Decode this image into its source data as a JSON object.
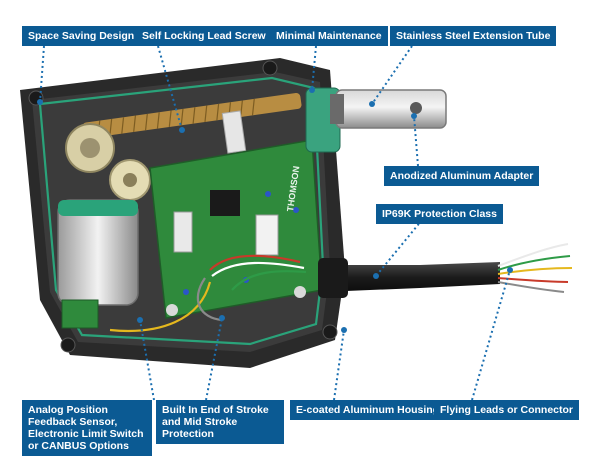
{
  "callouts": {
    "space_saving": "Space Saving Design",
    "self_locking": "Self Locking Lead Screw",
    "minimal_maintenance": "Minimal Maintenance",
    "extension_tube": "Stainless Steel Extension Tube",
    "anodized_adapter": "Anodized Aluminum Adapter",
    "ip69k": "IP69K Protection Class",
    "analog_feedback": "Analog Position Feedback Sensor, Electronic Limit Switch or CANBUS Options",
    "built_in_end": "Built In End of Stroke and Mid Stroke Protection",
    "ecoated_housing": "E-coated Aluminum Housing",
    "flying_leads": "Flying Leads or Connector"
  },
  "board_logo": "THOMSON",
  "colors": {
    "label_bg": "#0b5a93",
    "leader_line": "#1b6fb0",
    "housing": "#2a2a2a",
    "gasket": "#2aa37a",
    "pcb": "#2f8a3c"
  }
}
